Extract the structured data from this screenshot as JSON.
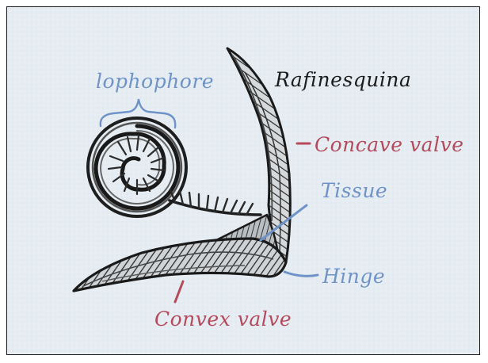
{
  "colors": {
    "paper": "#e6edf2",
    "ink": "#1c1c1c",
    "blue_label": "#6f93c8",
    "red_label": "#b44a5c"
  },
  "labels": {
    "lophophore": "lophophore",
    "title_scribble": "Rafinesquina",
    "concave_valve": "Concave valve",
    "tissue": "Tissue",
    "hinge": "Hinge",
    "convex_valve": "Convex valve"
  },
  "icons": {
    "lophophore_spiral": "spiral-coil-sketch",
    "shell": "brachiopod-shell-sketch"
  }
}
